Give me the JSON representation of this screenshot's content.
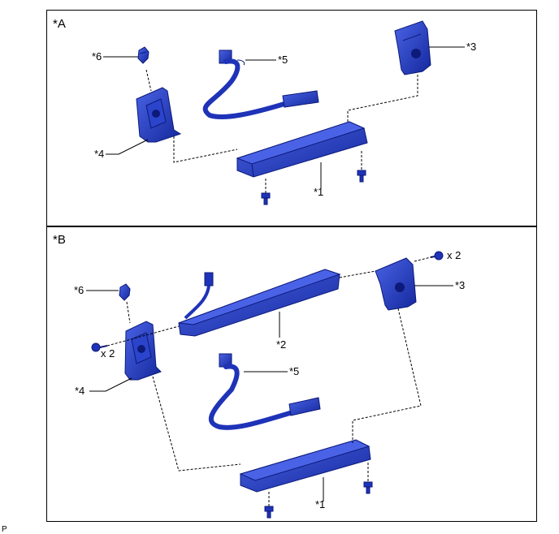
{
  "panels": {
    "a": {
      "tag": "*A",
      "callouts": {
        "c6": "*6",
        "c5": "*5",
        "c3": "*3",
        "c4": "*4",
        "c1": "*1"
      }
    },
    "b": {
      "tag": "*B",
      "callouts": {
        "c6": "*6",
        "c5": "*5",
        "c3": "*3",
        "c4": "*4",
        "c2": "*2",
        "c1": "*1"
      },
      "qty_left": "x 2",
      "qty_right": "x 2"
    }
  },
  "page_code": "P",
  "colors": {
    "part": "#1f33b8",
    "part_dark": "#0d1a7a",
    "part_light": "#4a63e6",
    "line": "#000000"
  }
}
